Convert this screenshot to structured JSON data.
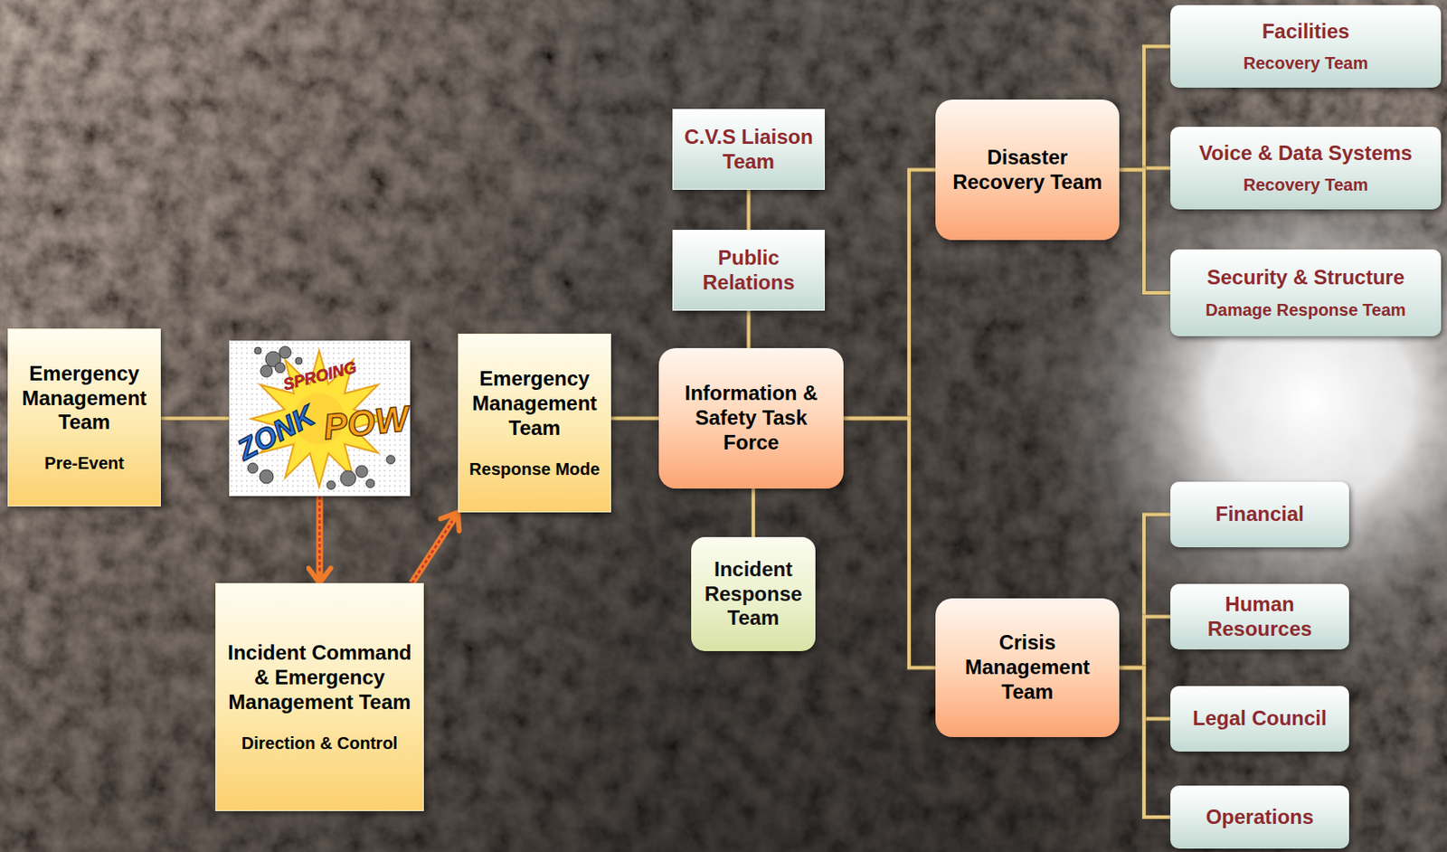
{
  "diagram": {
    "nodes": [
      {
        "text": [
          "Emergency Management Team",
          "Pre-Event"
        ]
      },
      {
        "text": [
          "SPROING",
          "ZONK",
          "POW"
        ]
      },
      {
        "text": [
          "Incident Command & Emergency Management Team",
          "Direction & Control"
        ]
      },
      {
        "text": [
          "Emergency Management Team",
          "Response Mode"
        ]
      },
      {
        "text": [
          "C.V.S Liaison Team"
        ]
      },
      {
        "text": [
          "Public Relations"
        ]
      },
      {
        "text": [
          "Information & Safety Task Force"
        ]
      },
      {
        "text": [
          "Incident Response Team"
        ]
      },
      {
        "text": [
          "Disaster Recovery Team"
        ]
      },
      {
        "text": [
          "Facilities",
          "Recovery Team"
        ]
      },
      {
        "text": [
          "Voice & Data Systems",
          "Recovery Team"
        ]
      },
      {
        "text": [
          "Security & Structure",
          "Damage Response Team"
        ]
      },
      {
        "text": [
          "Crisis Management Team"
        ]
      },
      {
        "text": [
          "Financial"
        ]
      },
      {
        "text": [
          "Human Resources"
        ]
      },
      {
        "text": [
          "Legal Council"
        ]
      },
      {
        "text": [
          "Operations"
        ]
      }
    ],
    "edges": [
      {
        "from": 0,
        "to": 1,
        "arrow": "none"
      },
      {
        "from": 1,
        "to": 2,
        "arrow": "to"
      },
      {
        "from": 2,
        "to": 3,
        "arrow": "to"
      },
      {
        "from": 3,
        "to": 6,
        "arrow": "none"
      },
      {
        "from": 4,
        "to": 5,
        "arrow": "none"
      },
      {
        "from": 5,
        "to": 6,
        "arrow": "none"
      },
      {
        "from": 6,
        "to": 7,
        "arrow": "none"
      },
      {
        "from": 6,
        "to": 8,
        "arrow": "none"
      },
      {
        "from": 6,
        "to": 12,
        "arrow": "none"
      },
      {
        "from": 8,
        "to": 9,
        "arrow": "none"
      },
      {
        "from": 8,
        "to": 10,
        "arrow": "none"
      },
      {
        "from": 8,
        "to": 11,
        "arrow": "none"
      },
      {
        "from": 12,
        "to": 13,
        "arrow": "none"
      },
      {
        "from": 12,
        "to": 14,
        "arrow": "none"
      },
      {
        "from": 12,
        "to": 15,
        "arrow": "none"
      },
      {
        "from": 12,
        "to": 16,
        "arrow": "none"
      }
    ]
  }
}
